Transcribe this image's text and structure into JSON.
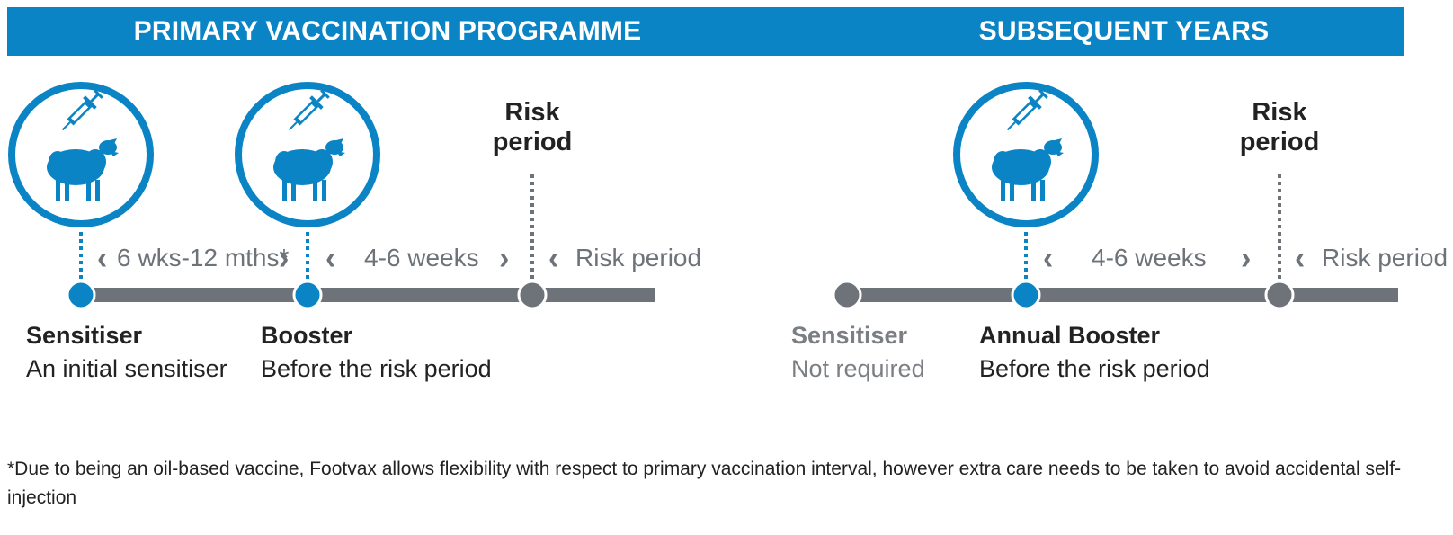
{
  "headers": {
    "left": "PRIMARY VACCINATION PROGRAMME",
    "right": "SUBSEQUENT YEARS"
  },
  "primary": {
    "risk_label_line1": "Risk",
    "risk_label_line2": "period",
    "interval_1": "6 wks-12 mths*",
    "interval_2": "4-6 weeks",
    "interval_3": "Risk period",
    "sensitiser": {
      "title": "Sensitiser",
      "desc": "An initial sensitiser"
    },
    "booster": {
      "title": "Booster",
      "desc": "Before the risk period"
    }
  },
  "subsequent": {
    "risk_label_line1": "Risk",
    "risk_label_line2": "period",
    "interval_1": "4-6 weeks",
    "interval_2": "Risk period",
    "sensitiser": {
      "title": "Sensitiser",
      "desc": "Not required"
    },
    "annual_booster": {
      "title": "Annual Booster",
      "desc": "Before the risk period"
    }
  },
  "footnote": "*Due to being an oil-based vaccine, Footvax allows flexibility with respect to primary vaccination interval, however extra care needs to be taken to avoid accidental self-injection",
  "colors": {
    "accent_blue": "#0a84c4",
    "grey": "#6d7378",
    "muted_text": "#7b7f83"
  },
  "icons": [
    "syringe-icon",
    "sheep-icon",
    "chevron-left-icon",
    "chevron-right-icon"
  ]
}
